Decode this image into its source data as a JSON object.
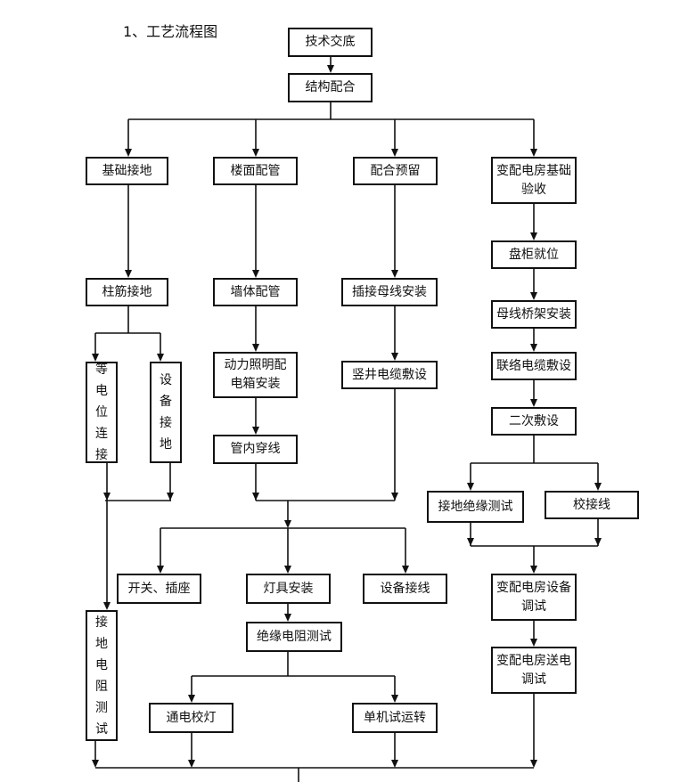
{
  "heading": "1、工艺流程图",
  "nodes": {
    "tech_briefing": "技术交底",
    "structure": "结构配合",
    "foundation_ground": "基础接地",
    "floor_conduit": "楼面配管",
    "reserve": "配合预留",
    "substation_acceptance": "变配电房基础验收",
    "column_rebar_ground": "柱筋接地",
    "wall_conduit": "墙体配管",
    "busway_install": "插接母线安装",
    "cabinet_position": "盘柜就位",
    "equipotential": "等电位连接",
    "equipment_ground": "设备接地",
    "power_box": "动力照明配电箱安装",
    "shaft_cable": "竖井电缆敷设",
    "busbar_bridge": "母线桥架安装",
    "liaison_cable": "联络电缆敷设",
    "secondary_cable": "二次敷设",
    "wiring_in_conduit": "管内穿线",
    "ground_insulation": "接地绝缘测试",
    "wiring_check": "校接线",
    "switch_socket": "开关、插座",
    "lamp_install": "灯具安装",
    "equipment_wiring": "设备接线",
    "substation_commission": "变配电房设备调试",
    "ground_resistance": "接地电阻测试",
    "insulation_test": "绝缘电阻测试",
    "substation_power": "变配电房送电调试",
    "lamp_calibration": "通电校灯",
    "single_test_run": "单机试运转"
  }
}
